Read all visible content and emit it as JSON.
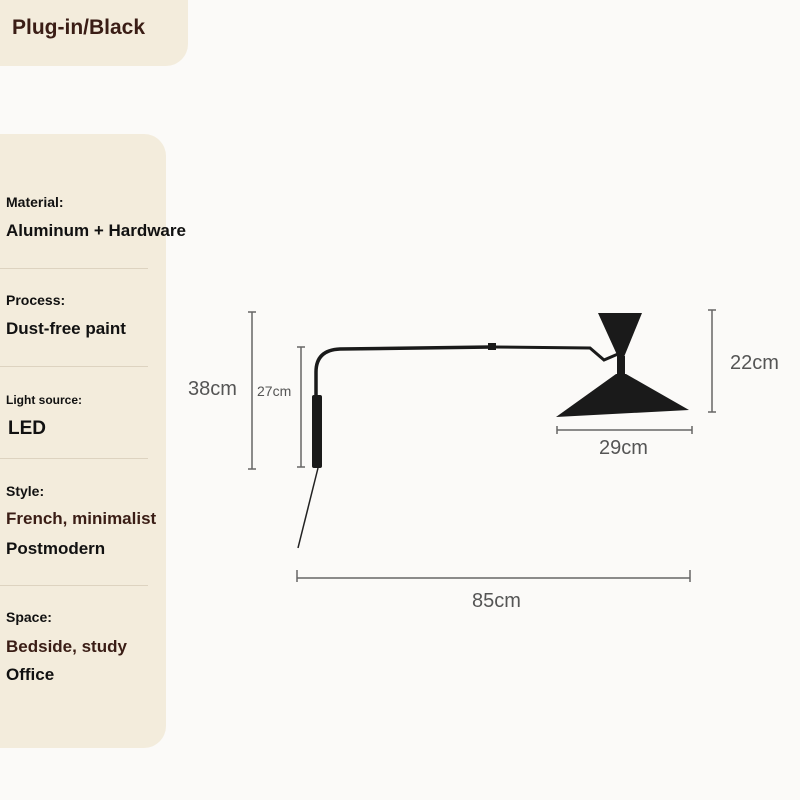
{
  "title": "Plug-in/Black",
  "specs": {
    "material_label": "Material:",
    "material_value": "Aluminum + Hardware",
    "process_label": "Process:",
    "process_value": "Dust-free paint",
    "light_label": "Light source:",
    "light_value": "LED",
    "style_label": "Style:",
    "style_value_1": "French, minimalist",
    "style_value_2": "Postmodern",
    "space_label": "Space:",
    "space_value_1": "Bedside, study",
    "space_value_2": "Office"
  },
  "dimensions": {
    "total_height": "38cm",
    "arm_height": "27cm",
    "shade_height": "22cm",
    "shade_width": "29cm",
    "total_length": "85cm"
  },
  "colors": {
    "accent_text": "#3a1d15",
    "panel": "#f3ecdc",
    "lamp": "#1a1a1a"
  }
}
